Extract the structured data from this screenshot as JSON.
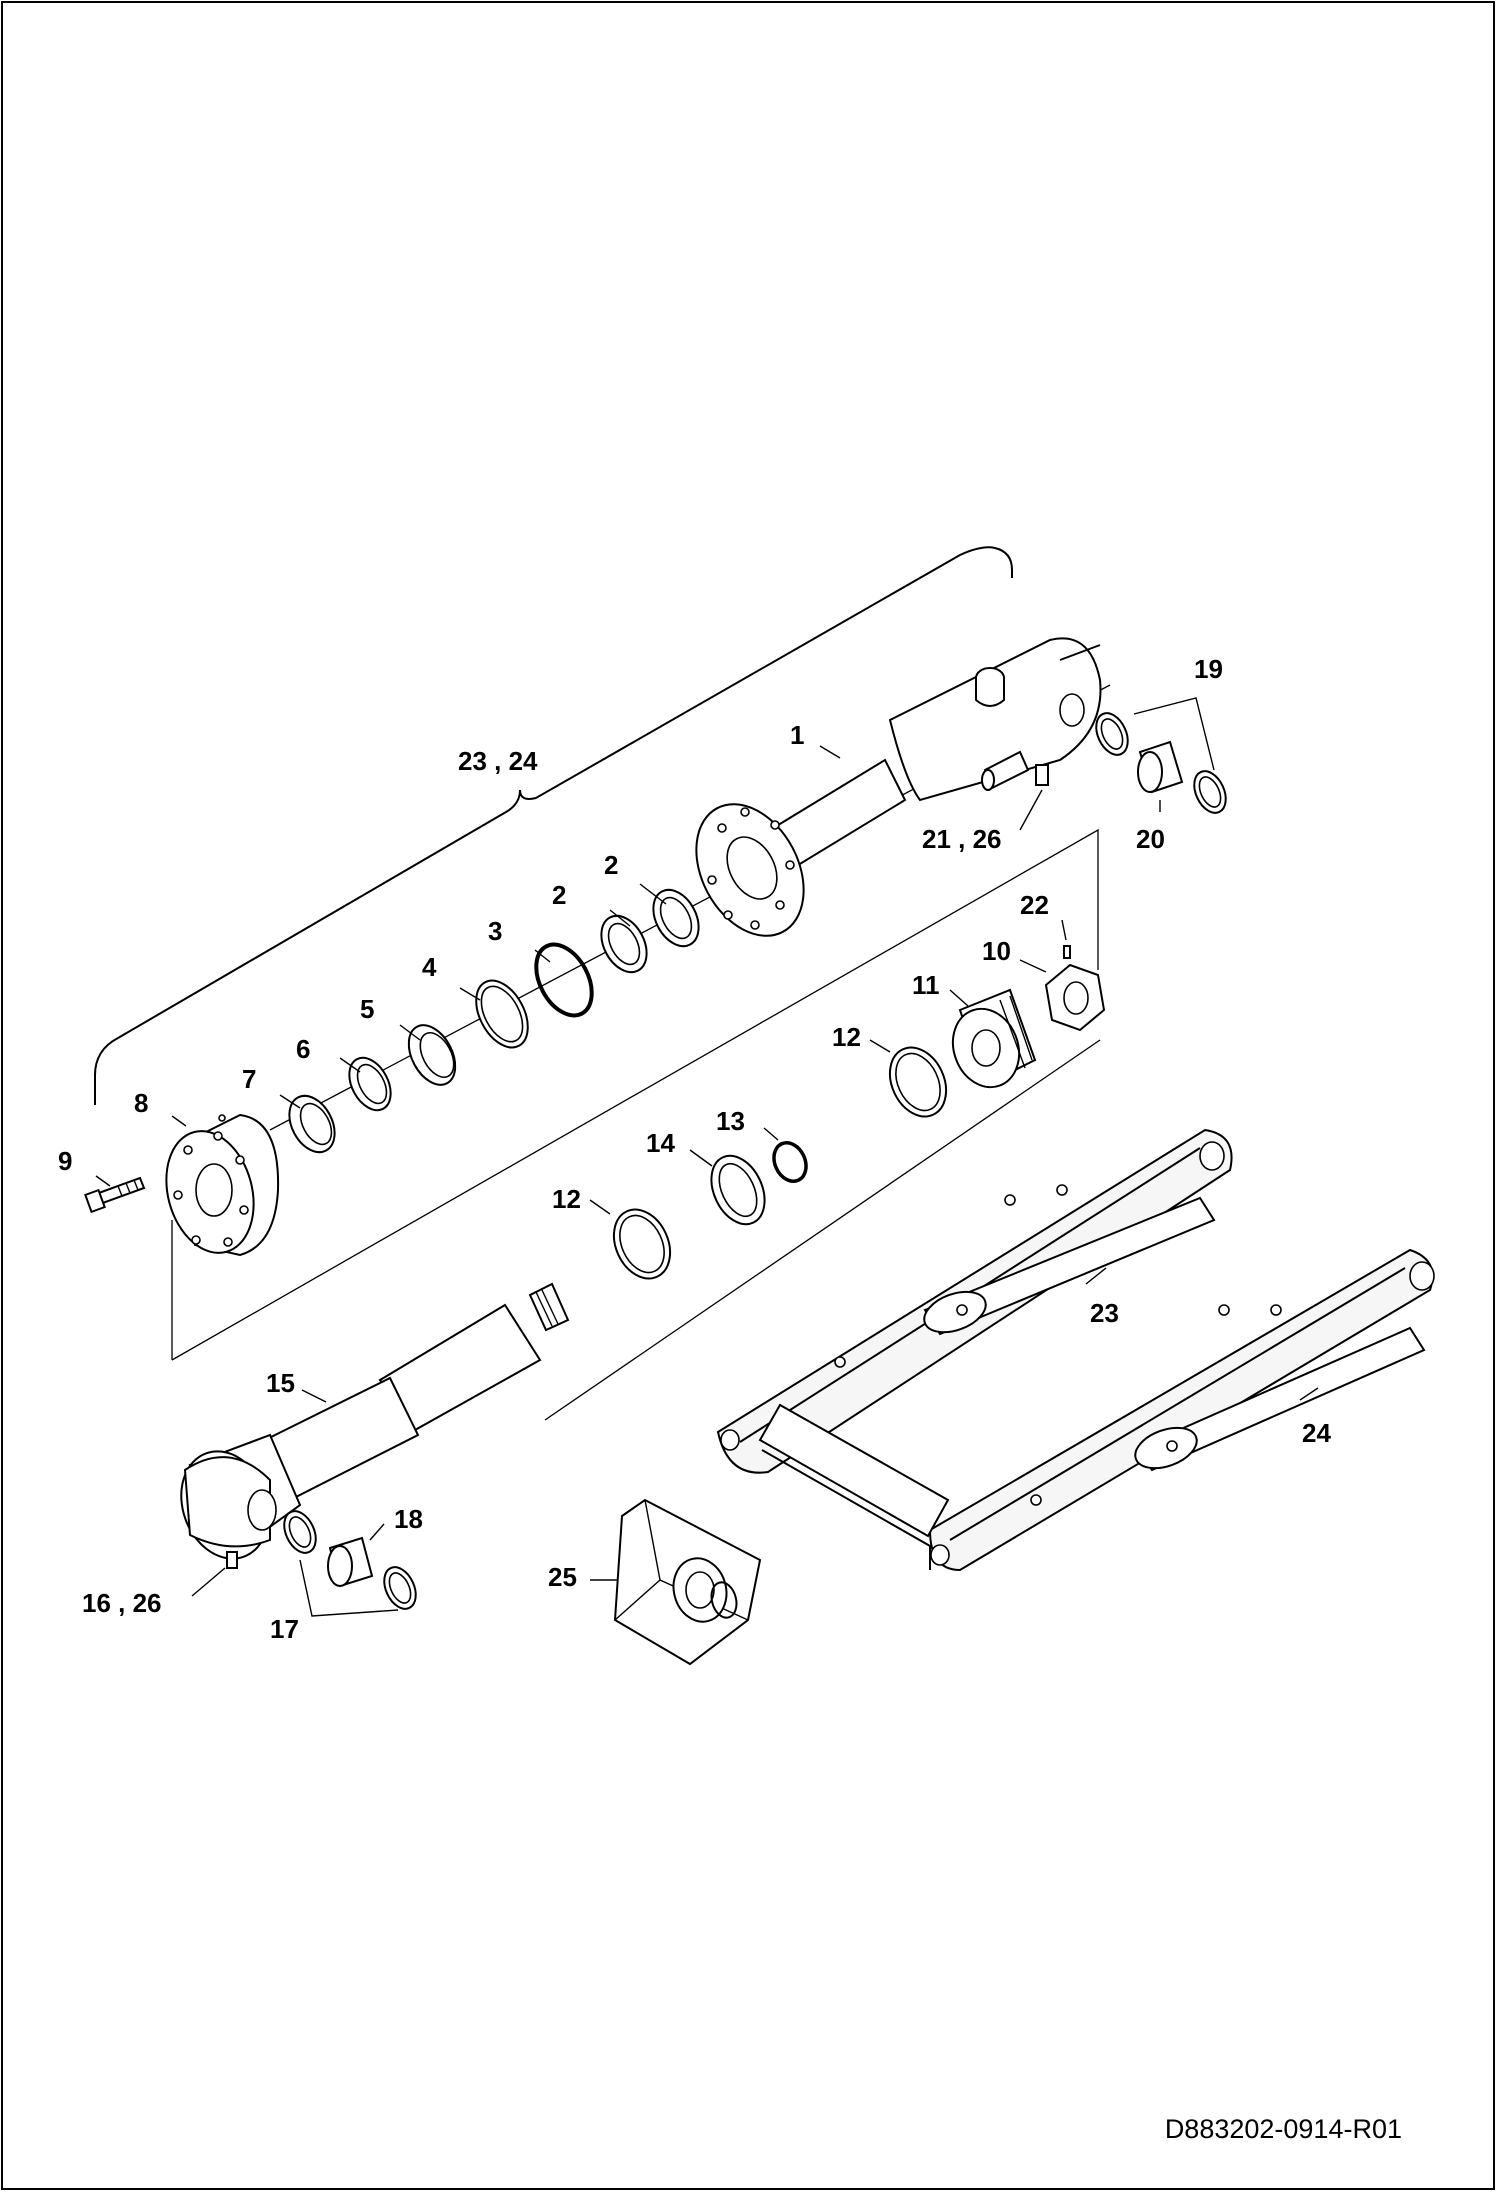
{
  "document_id": "D883202-0914-R01",
  "callouts": [
    {
      "id": "c-23-24",
      "text": "23 , 24"
    },
    {
      "id": "c-1",
      "text": "1"
    },
    {
      "id": "c-19",
      "text": "19"
    },
    {
      "id": "c-20",
      "text": "20"
    },
    {
      "id": "c-21-26",
      "text": "21 , 26"
    },
    {
      "id": "c-2a",
      "text": "2"
    },
    {
      "id": "c-2b",
      "text": "2"
    },
    {
      "id": "c-3",
      "text": "3"
    },
    {
      "id": "c-4",
      "text": "4"
    },
    {
      "id": "c-5",
      "text": "5"
    },
    {
      "id": "c-6",
      "text": "6"
    },
    {
      "id": "c-7",
      "text": "7"
    },
    {
      "id": "c-8",
      "text": "8"
    },
    {
      "id": "c-9",
      "text": "9"
    },
    {
      "id": "c-22",
      "text": "22"
    },
    {
      "id": "c-10",
      "text": "10"
    },
    {
      "id": "c-11",
      "text": "11"
    },
    {
      "id": "c-12a",
      "text": "12"
    },
    {
      "id": "c-13",
      "text": "13"
    },
    {
      "id": "c-14",
      "text": "14"
    },
    {
      "id": "c-12b",
      "text": "12"
    },
    {
      "id": "c-15",
      "text": "15"
    },
    {
      "id": "c-23",
      "text": "23"
    },
    {
      "id": "c-24",
      "text": "24"
    },
    {
      "id": "c-18",
      "text": "18"
    },
    {
      "id": "c-25",
      "text": "25"
    },
    {
      "id": "c-16-26",
      "text": "16 , 26"
    },
    {
      "id": "c-17",
      "text": "17"
    }
  ]
}
